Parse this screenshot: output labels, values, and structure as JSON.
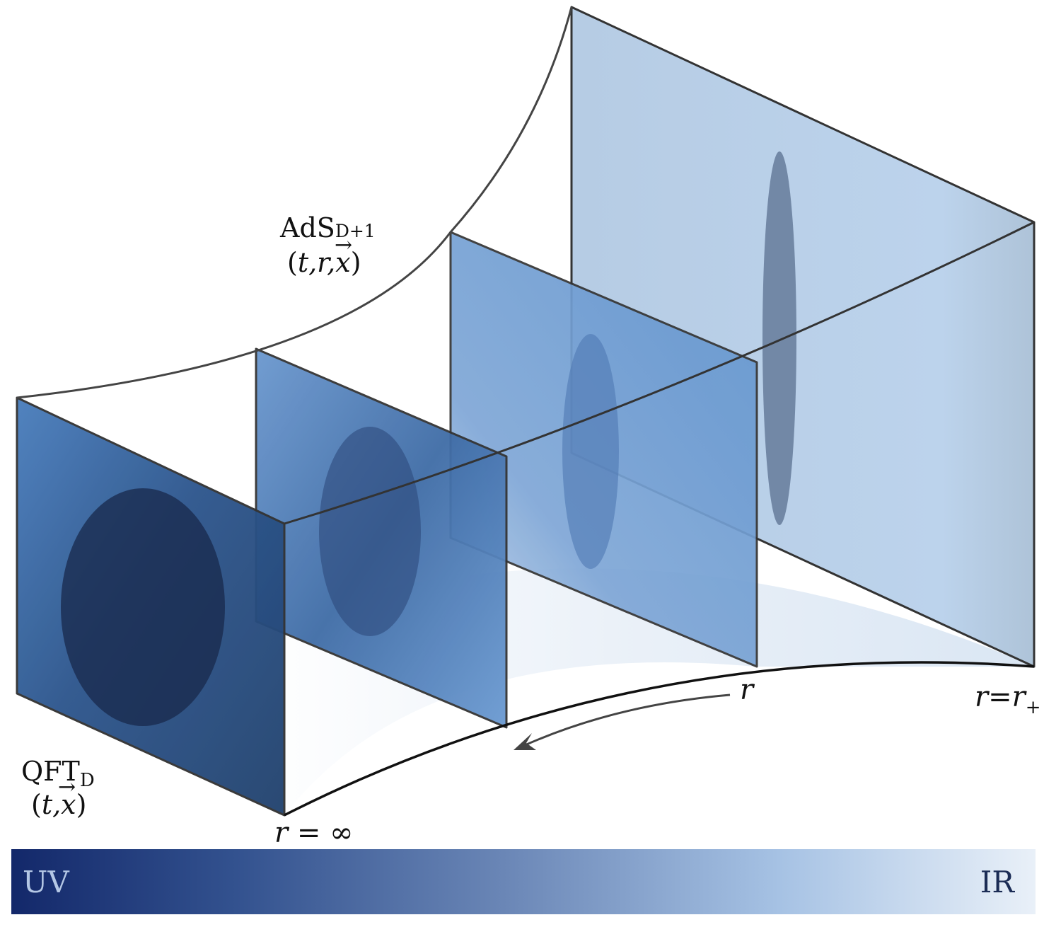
{
  "labels": {
    "ads": "AdS",
    "ads_sub": "D+1",
    "ads_coords_open": "(",
    "ads_coords": "t,r,x",
    "ads_coords_close": ")",
    "qft": "QFT",
    "qft_sub": "D",
    "qft_coords_open": "(",
    "qft_coords": "t,x",
    "qft_coords_close": ")",
    "r_boundary": "r = ∞",
    "r_mid": "r",
    "r_horizon": "r=r",
    "r_horizon_sub": "+"
  },
  "scale_bar": {
    "left_label": "UV",
    "right_label": "IR"
  },
  "colors": {
    "panel_front": "#2b4e7f",
    "panel_second": "#4a78b4",
    "panel_third": "#6a9bd1",
    "panel_back": "#b4cae3",
    "ellipse": "#1a2a4c",
    "edge": "#333333"
  }
}
